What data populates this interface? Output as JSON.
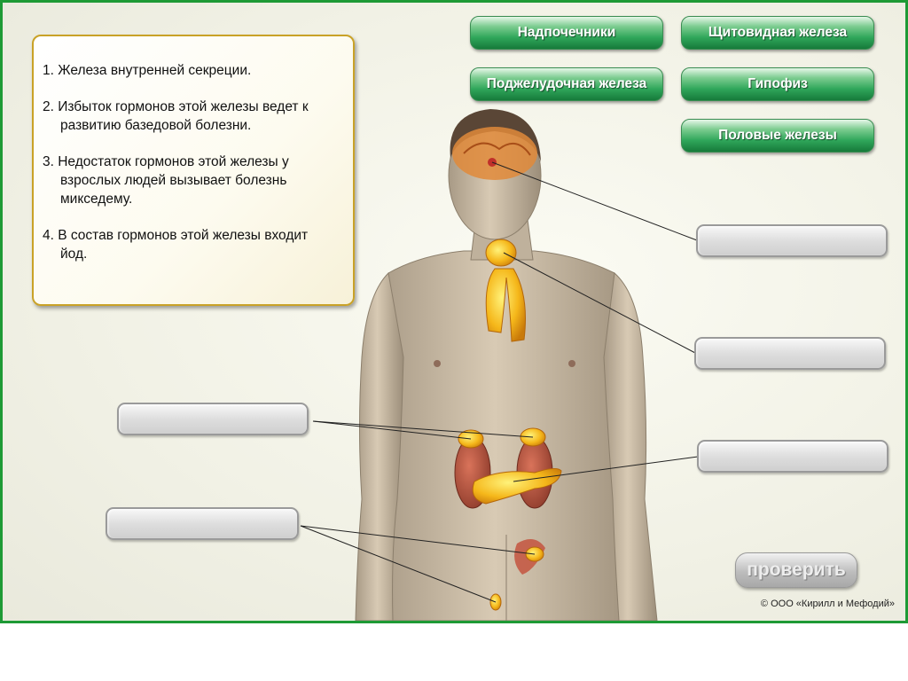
{
  "task": {
    "items": [
      "1. Железа внутренней секреции.",
      "2. Избыток гормонов этой железы ведет к\nразвитию базедовой болезни.",
      "3. Недостаток гормонов этой железы у\nвзрослых людей вызывает болезнь\nмикседему.",
      "4. В состав гормонов этой железы входит\nйод."
    ]
  },
  "glands": {
    "adrenal": "Надпочечники",
    "thyroid": "Щитовидная железа",
    "pancreas": "Поджелудочная железа",
    "pituitary": "Гипофиз",
    "gonads": "Половые железы"
  },
  "check_label": "проверить",
  "copyright": "© ООО «Кирилл и Мефодий»",
  "colors": {
    "frame": "#1e9a35",
    "button_green": "#2fa65a",
    "card_border": "#c9a227"
  }
}
